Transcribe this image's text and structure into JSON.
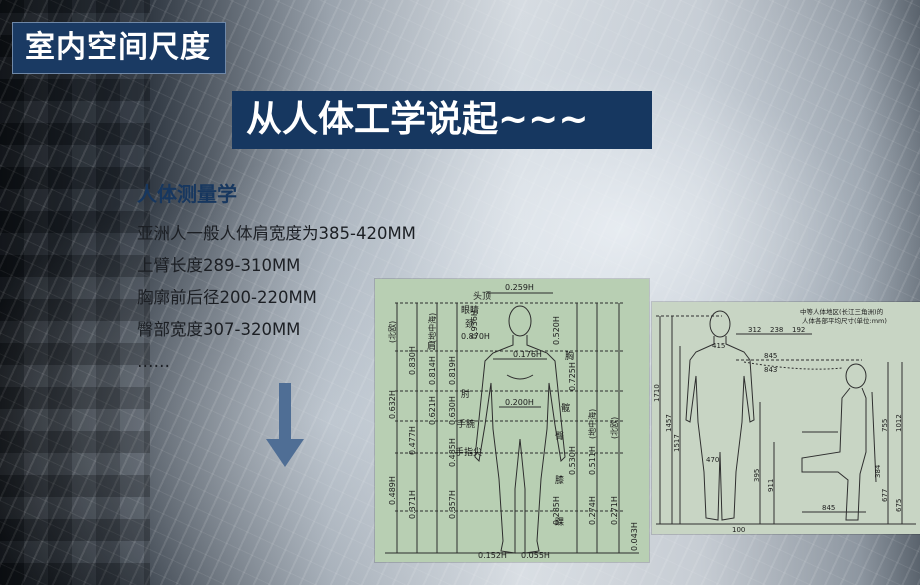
{
  "slide": {
    "title": "室内空间尺度",
    "subtitle": "从人体工学说起~~~",
    "section_heading": "人体测量学",
    "lines": [
      "亚洲人一般人体肩宽度为385-420MM",
      "上臂长度289-310MM",
      "胸廓前后径200-220MM",
      "臀部宽度307-320MM",
      "……"
    ]
  },
  "figure_left": {
    "top_label": "0.259H",
    "labels": {
      "eye": "眼睛",
      "neck": "颈",
      "shoulder": "肩",
      "chest": "胸",
      "elbow": "肘",
      "wrist": "手腕",
      "tip": "手指尖",
      "waist": "髋",
      "hip": "臀",
      "knee": "膝",
      "ankle": "踝",
      "headtop": "头顶",
      "ground_l": "(地面)",
      "north": "(北欧)",
      "center": "(地中海)"
    },
    "values": {
      "v1": "0.936H",
      "v2": "0.870H",
      "v3": "0.520H",
      "v4": "0.176H",
      "v5": "0.830H",
      "v6": "0.814H",
      "v7": "0.819H",
      "v8": "0.632H",
      "v9": "0.621H",
      "v10": "0.630H",
      "v11": "0.200H",
      "v12": "0.477H",
      "v13": "0.485H",
      "v14": "0.725H",
      "v15": "0.511H",
      "v16": "0.530H",
      "v17": "0.489H",
      "v18": "0.371H",
      "v19": "0.357H",
      "v20": "0.285H",
      "v21": "0.274H",
      "v22": "0.271H",
      "v23": "0.043H",
      "b1": "0.152H",
      "b2": "0.055H"
    }
  },
  "figure_right": {
    "caption1": "中等人体地区(长江三角洲)的",
    "caption2": "人体各部平均尺寸(单位:mm)",
    "dims": [
      "312",
      "238",
      "192",
      "415",
      "845",
      "843",
      "1710",
      "1457",
      "1517",
      "395",
      "911",
      "755",
      "1012",
      "677",
      "675",
      "384",
      "845",
      "470",
      "100"
    ]
  },
  "colors": {
    "title_bg": "#1a3a63",
    "accent_text": "#17375f",
    "arrow": "#4f6e95"
  },
  "icons": {
    "arrow": "down-arrow-icon"
  }
}
